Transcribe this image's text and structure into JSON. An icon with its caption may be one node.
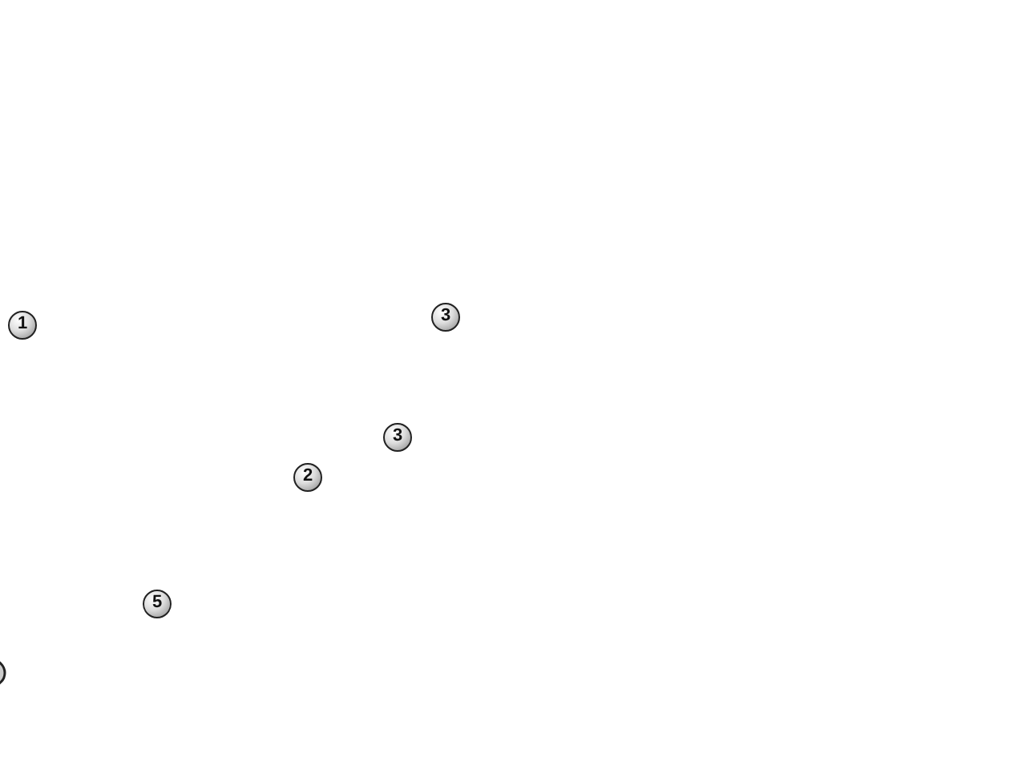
{
  "diagram": {
    "labels": [
      "1",
      "3",
      "3",
      "2",
      "5"
    ]
  }
}
